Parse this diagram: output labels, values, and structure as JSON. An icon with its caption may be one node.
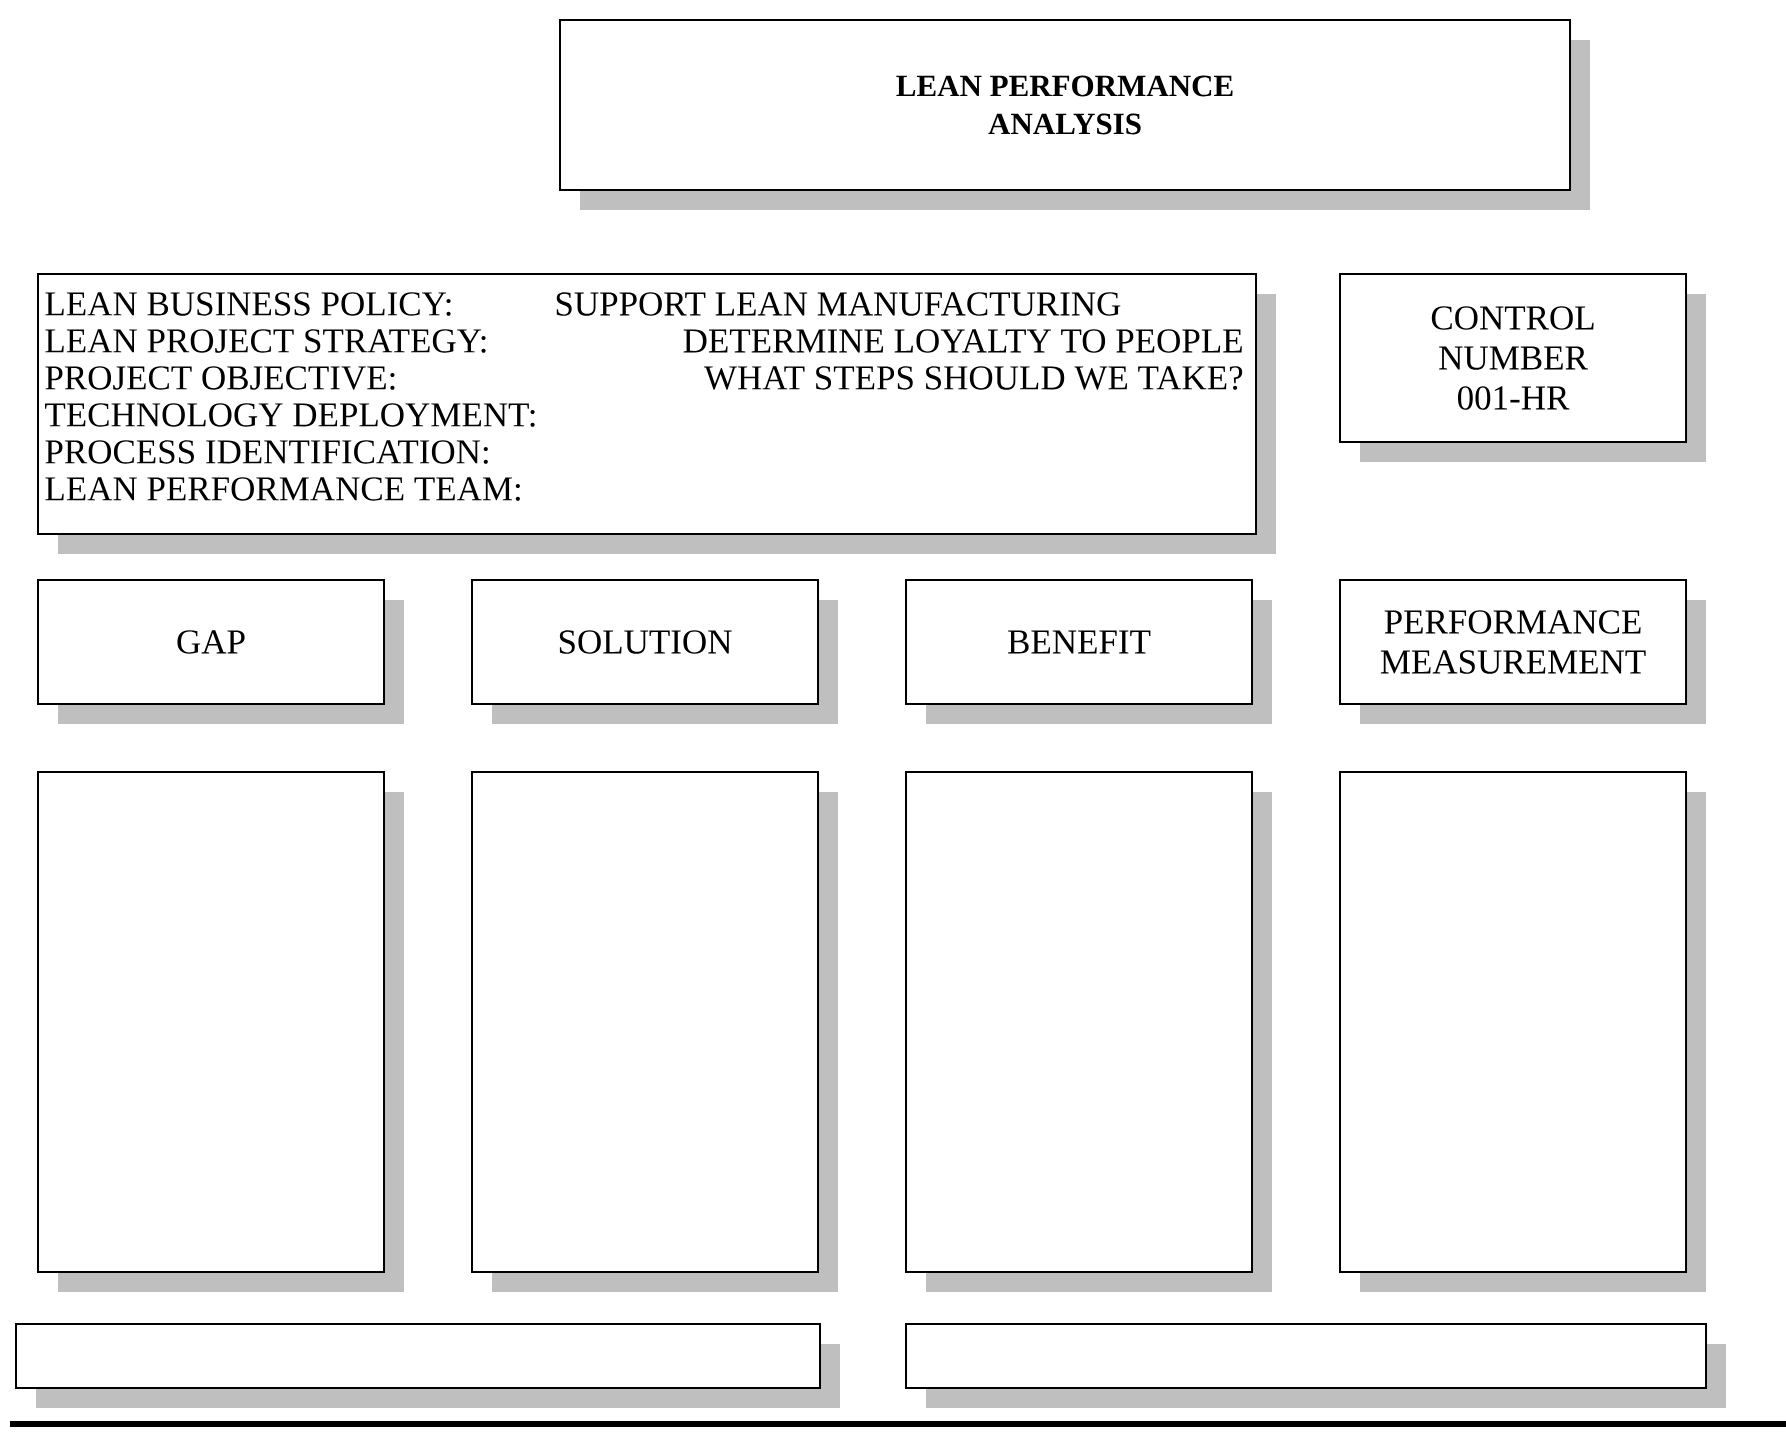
{
  "diagram": {
    "nodes": [
      {
        "text": [
          "LEAN PERFORMANCE ANALYSIS"
        ]
      },
      {
        "text": [
          "LEAN BUSINESS POLICY:",
          "SUPPORT LEAN MANUFACTURING",
          "LEAN PROJECT STRATEGY:",
          "DETERMINE LOYALTY TO PEOPLE",
          "PROJECT OBJECTIVE:",
          "WHAT STEPS SHOULD WE TAKE?",
          "TECHNOLOGY DEPLOYMENT:",
          "PROCESS IDENTIFICATION:",
          "LEAN PERFORMANCE TEAM:"
        ]
      },
      {
        "text": [
          "CONTROL NUMBER 001-HR"
        ]
      },
      {
        "text": [
          "GAP"
        ]
      },
      {
        "text": [
          "SOLUTION"
        ]
      },
      {
        "text": [
          "BENEFIT"
        ]
      },
      {
        "text": [
          "PERFORMANCE MEASUREMENT"
        ]
      },
      {
        "text": [],
        "shape": "box"
      },
      {
        "text": [],
        "shape": "box"
      },
      {
        "text": [],
        "shape": "box"
      },
      {
        "text": [],
        "shape": "box"
      },
      {
        "text": [],
        "shape": "box"
      },
      {
        "text": [],
        "shape": "box"
      }
    ]
  }
}
